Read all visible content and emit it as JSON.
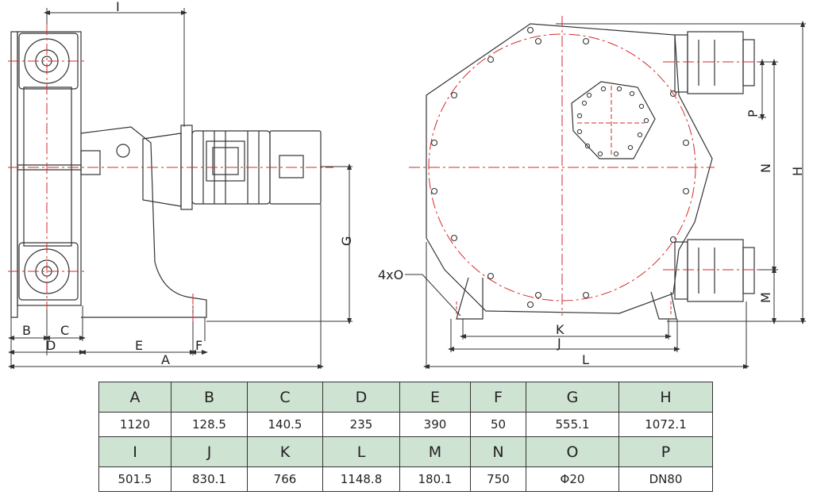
{
  "drawing": {
    "side_view_labels": {
      "I": "I",
      "G": "G",
      "B": "B",
      "C": "C",
      "D": "D",
      "E": "E",
      "F": "F",
      "A": "A"
    },
    "front_view_labels": {
      "hole": "4xO",
      "P": "P",
      "N": "N",
      "H": "H",
      "M": "M",
      "K": "K",
      "J": "J",
      "L": "L"
    },
    "colors": {
      "line": "#333333",
      "center_line": "#d42a2a",
      "table_header": "#cfe3d3"
    }
  },
  "table": {
    "rows": [
      {
        "headers": [
          "A",
          "B",
          "C",
          "D",
          "E",
          "F",
          "G",
          "H"
        ],
        "values": [
          "1120",
          "128.5",
          "140.5",
          "235",
          "390",
          "50",
          "555.1",
          "1072.1"
        ]
      },
      {
        "headers": [
          "I",
          "J",
          "K",
          "L",
          "M",
          "N",
          "O",
          "P"
        ],
        "values": [
          "501.5",
          "830.1",
          "766",
          "1148.8",
          "180.1",
          "750",
          "Φ20",
          "DN80"
        ]
      }
    ]
  }
}
